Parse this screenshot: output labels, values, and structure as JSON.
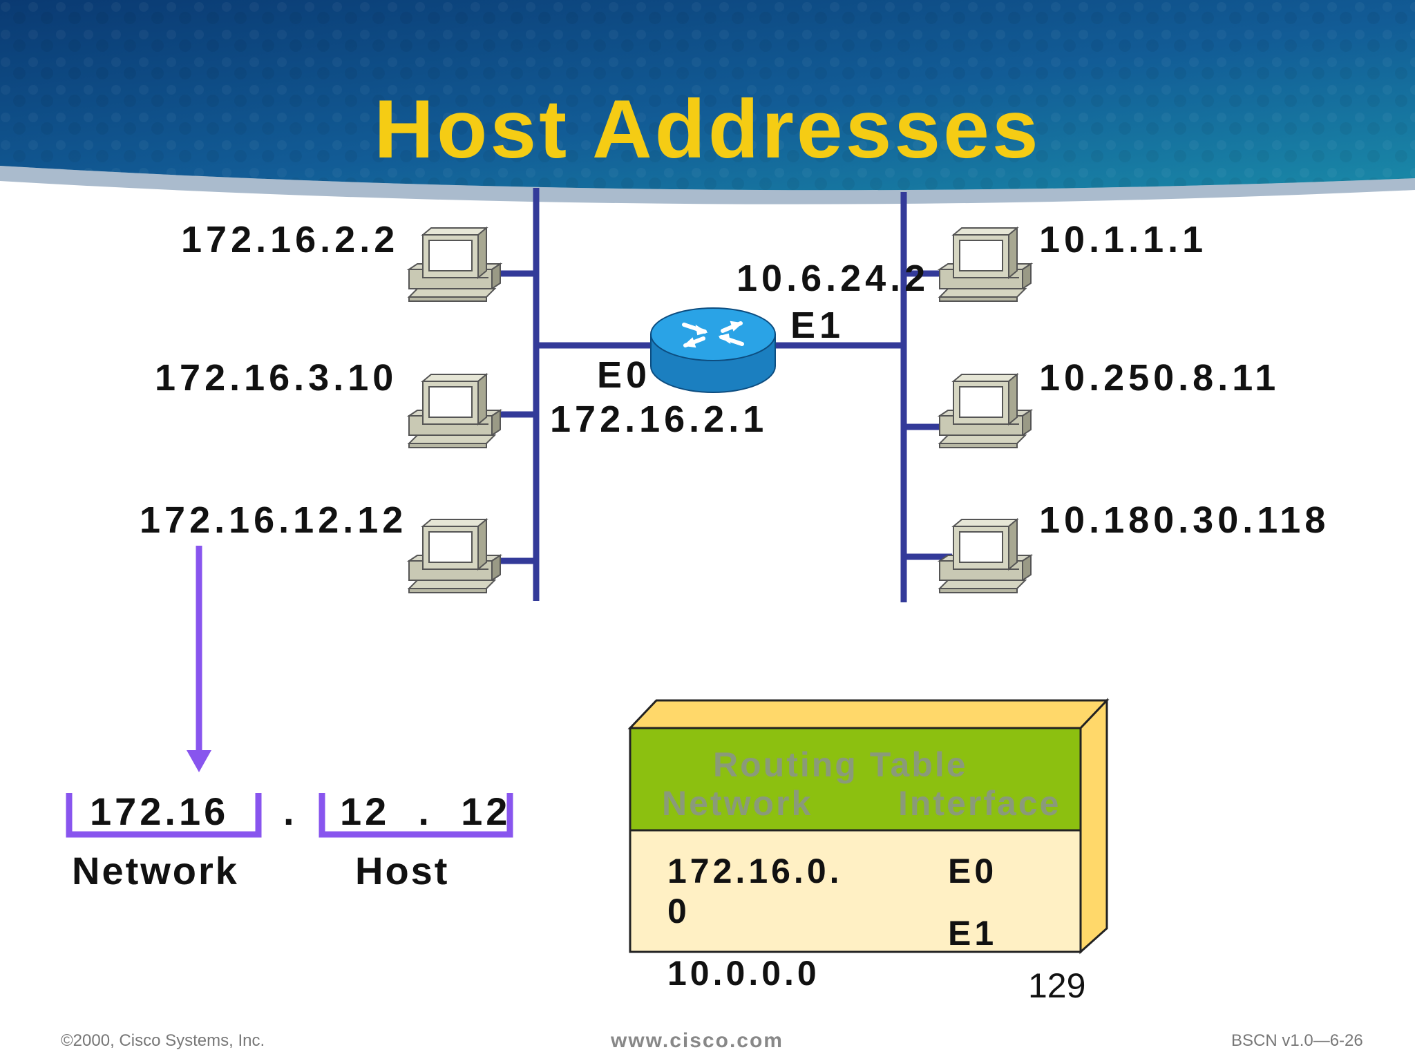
{
  "title": "Host Addresses",
  "left_hosts": [
    "172.16.2.2",
    "172.16.3.10",
    "172.16.12.12"
  ],
  "right_hosts": [
    "10.1.1.1",
    "10.250.8.11",
    "10.180.30.118"
  ],
  "router": {
    "e0_label": "E0",
    "e0_ip": "172.16.2.1",
    "e1_label": "E1",
    "e1_ip": "10.6.24.2"
  },
  "address_breakdown": {
    "network_part": "172.16",
    "dot": ".",
    "host_part": "12  .  12",
    "network_label": "Network",
    "host_label": "Host"
  },
  "routing_table": {
    "title": "Routing Table",
    "col_network": "Network",
    "col_interface": "Interface",
    "rows": [
      {
        "network_line1": "172.16.0.",
        "network_line2": "0",
        "interface": "E0"
      },
      {
        "network": "10.0.0.0",
        "interface": "E1"
      }
    ]
  },
  "slide_number": "129",
  "footer": {
    "left": "©2000, Cisco Systems, Inc.",
    "center": "www.cisco.com",
    "right": "BSCN v1.0—6-26"
  },
  "colors": {
    "title": "#f5cc14",
    "wire": "#333a99",
    "arrow": "#8855ee",
    "table_header": "#8cc010",
    "table_body": "#fff0c4",
    "table_side": "#ffd86a"
  }
}
